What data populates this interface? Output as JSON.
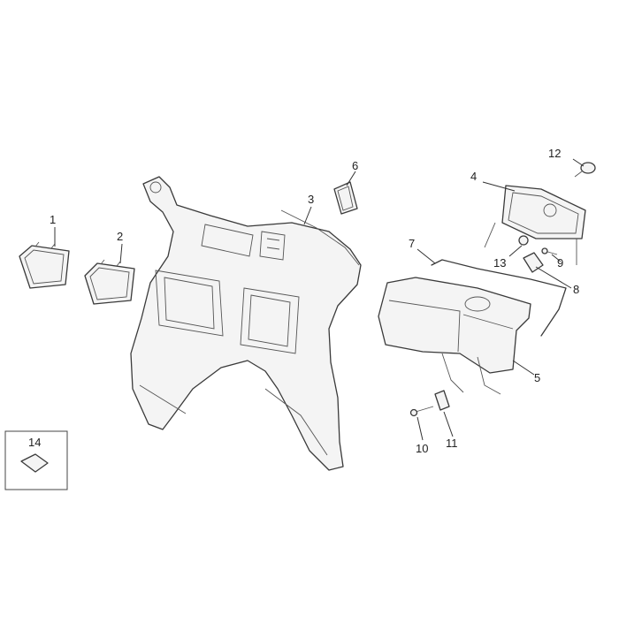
{
  "callouts": [
    {
      "id": "1",
      "label": "1"
    },
    {
      "id": "2",
      "label": "2"
    },
    {
      "id": "3",
      "label": "3"
    },
    {
      "id": "4",
      "label": "4"
    },
    {
      "id": "5",
      "label": "5"
    },
    {
      "id": "6",
      "label": "6"
    },
    {
      "id": "7",
      "label": "7"
    },
    {
      "id": "8",
      "label": "8"
    },
    {
      "id": "9",
      "label": "9"
    },
    {
      "id": "10",
      "label": "10"
    },
    {
      "id": "11",
      "label": "11"
    },
    {
      "id": "12",
      "label": "12"
    },
    {
      "id": "13",
      "label": "13"
    },
    {
      "id": "14",
      "label": "14"
    }
  ],
  "colors": {
    "line": "#3a3a3a",
    "background": "#ffffff"
  }
}
